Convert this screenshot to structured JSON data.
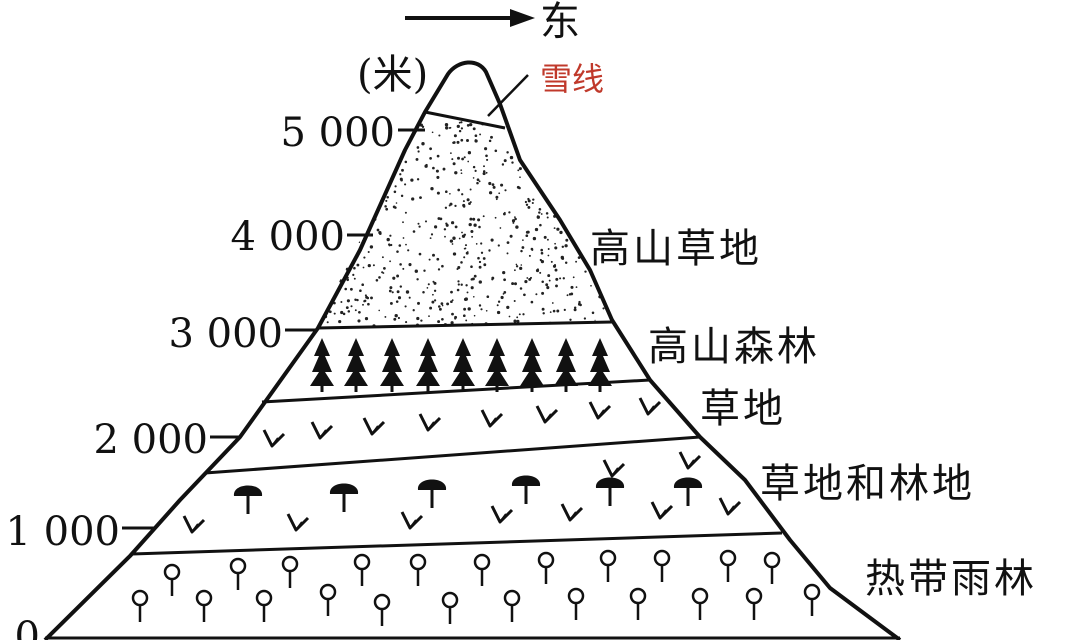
{
  "direction": {
    "arrow_icon": "right-arrow-icon",
    "label": "东"
  },
  "axis": {
    "unit": "(米)",
    "ticks": [
      "5 000",
      "4 000",
      "3 000",
      "2 000",
      "1 000",
      "0"
    ]
  },
  "snow_line": {
    "label": "雪线",
    "color": "#c0392b"
  },
  "zones": [
    {
      "label": "高山草地",
      "pattern": "dots"
    },
    {
      "label": "高山森林",
      "pattern": "conifer-icon"
    },
    {
      "label": "草地",
      "pattern": "grass-icon"
    },
    {
      "label": "草地和林地",
      "pattern": "grass-icon + broadleaf-tree-icon"
    },
    {
      "label": "热带雨林",
      "pattern": "rainforest-tree-icon"
    }
  ]
}
